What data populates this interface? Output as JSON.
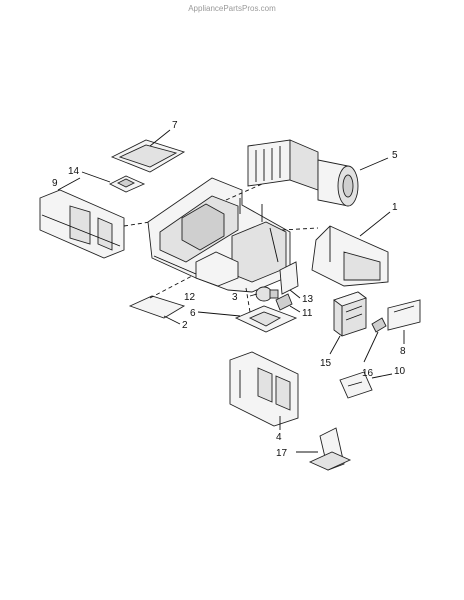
{
  "watermark": "AppliancePartsPros.com",
  "callouts": [
    {
      "id": "1",
      "label": "1"
    },
    {
      "id": "2",
      "label": "2"
    },
    {
      "id": "3",
      "label": "3"
    },
    {
      "id": "4",
      "label": "4"
    },
    {
      "id": "5",
      "label": "5"
    },
    {
      "id": "6",
      "label": "6"
    },
    {
      "id": "7",
      "label": "7"
    },
    {
      "id": "8",
      "label": "8"
    },
    {
      "id": "9",
      "label": "9"
    },
    {
      "id": "10",
      "label": "10"
    },
    {
      "id": "11",
      "label": "11"
    },
    {
      "id": "12",
      "label": "12"
    },
    {
      "id": "13",
      "label": "13"
    },
    {
      "id": "14",
      "label": "14"
    },
    {
      "id": "15",
      "label": "15"
    },
    {
      "id": "16",
      "label": "16"
    },
    {
      "id": "17",
      "label": "17"
    }
  ]
}
